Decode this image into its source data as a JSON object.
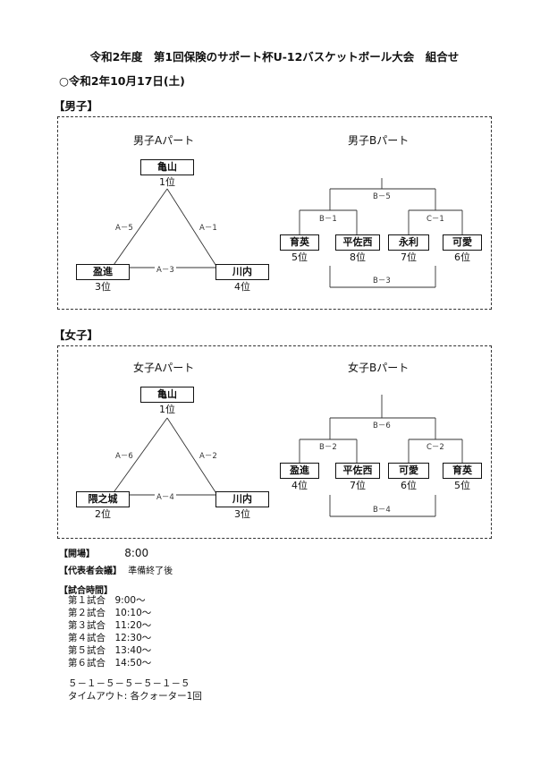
{
  "header": {
    "title": "令和2年度　第1回保険のサポート杯U-12バスケットボール大会　組合せ",
    "date": "○令和2年10月17日(土)"
  },
  "boys": {
    "section_label": "【男子】",
    "a_part": {
      "title": "男子Aパート",
      "top": {
        "team": "亀山",
        "rank": "1位"
      },
      "left": {
        "team": "盈進",
        "rank": "3位"
      },
      "right": {
        "team": "川内",
        "rank": "4位"
      },
      "games": {
        "left": "A－5",
        "right": "A－1",
        "bottom": "A－3"
      }
    },
    "b_part": {
      "title": "男子Bパート",
      "final": "B－5",
      "semi_left": "B－1",
      "semi_right": "C－1",
      "bottom_game": "B－3",
      "teams": [
        {
          "team": "育英",
          "rank": "5位"
        },
        {
          "team": "平佐西",
          "rank": "8位"
        },
        {
          "team": "永利",
          "rank": "7位"
        },
        {
          "team": "可愛",
          "rank": "6位"
        }
      ]
    }
  },
  "girls": {
    "section_label": "【女子】",
    "a_part": {
      "title": "女子Aパート",
      "top": {
        "team": "亀山",
        "rank": "1位"
      },
      "left": {
        "team": "隈之城",
        "rank": "2位"
      },
      "right": {
        "team": "川内",
        "rank": "3位"
      },
      "games": {
        "left": "A－6",
        "right": "A－2",
        "bottom": "A－4"
      }
    },
    "b_part": {
      "title": "女子Bパート",
      "final": "B－6",
      "semi_left": "B－2",
      "semi_right": "C－2",
      "bottom_game": "B－4",
      "teams": [
        {
          "team": "盈進",
          "rank": "4位"
        },
        {
          "team": "平佐西",
          "rank": "7位"
        },
        {
          "team": "可愛",
          "rank": "6位"
        },
        {
          "team": "育英",
          "rank": "5位"
        }
      ]
    }
  },
  "info": {
    "opening_label": "【開場】",
    "opening_time": "8:00",
    "meeting_label": "【代表者会議】",
    "meeting_value": "準備終了後",
    "schedule_label": "【試合時間】",
    "schedule": [
      {
        "game": "第１試合",
        "time": "9:00～"
      },
      {
        "game": "第２試合",
        "time": "10:10～"
      },
      {
        "game": "第３試合",
        "time": "11:20～"
      },
      {
        "game": "第４試合",
        "time": "12:30～"
      },
      {
        "game": "第５試合",
        "time": "13:40～"
      },
      {
        "game": "第６試合",
        "time": "14:50～"
      }
    ],
    "rule": "５－１－５－５－５－１－５",
    "timeout": "タイムアウト:  各クォーター1回"
  }
}
